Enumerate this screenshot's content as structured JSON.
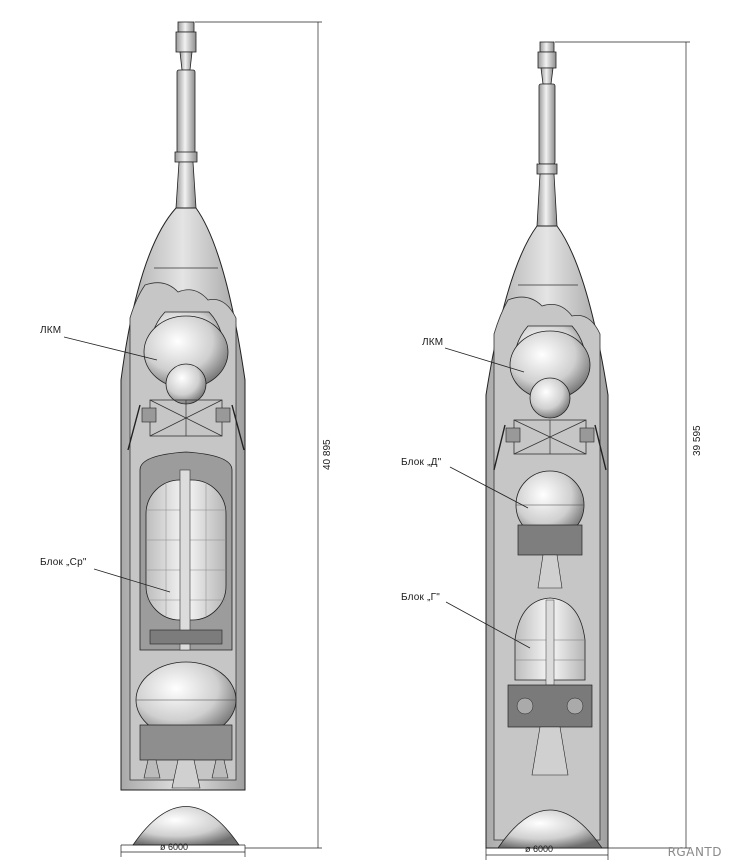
{
  "left_rocket": {
    "labels": {
      "lkm": "ЛКМ",
      "block": "Блок „Ср\""
    },
    "height_dim": "40 895",
    "diameter_dim": "ø 6000"
  },
  "right_rocket": {
    "labels": {
      "lkm": "ЛКМ",
      "block_d": "Блок „Д\"",
      "block_g": "Блок „Г\""
    },
    "height_dim": "39 595",
    "diameter_dim": "ø 6000"
  },
  "watermark": "RGANTD",
  "colors": {
    "ink": "#1a1a1a",
    "shroud_fill": "#d9d9d9",
    "interior_fill": "#c4c4c4",
    "tank_fill": "#eeeeee"
  }
}
